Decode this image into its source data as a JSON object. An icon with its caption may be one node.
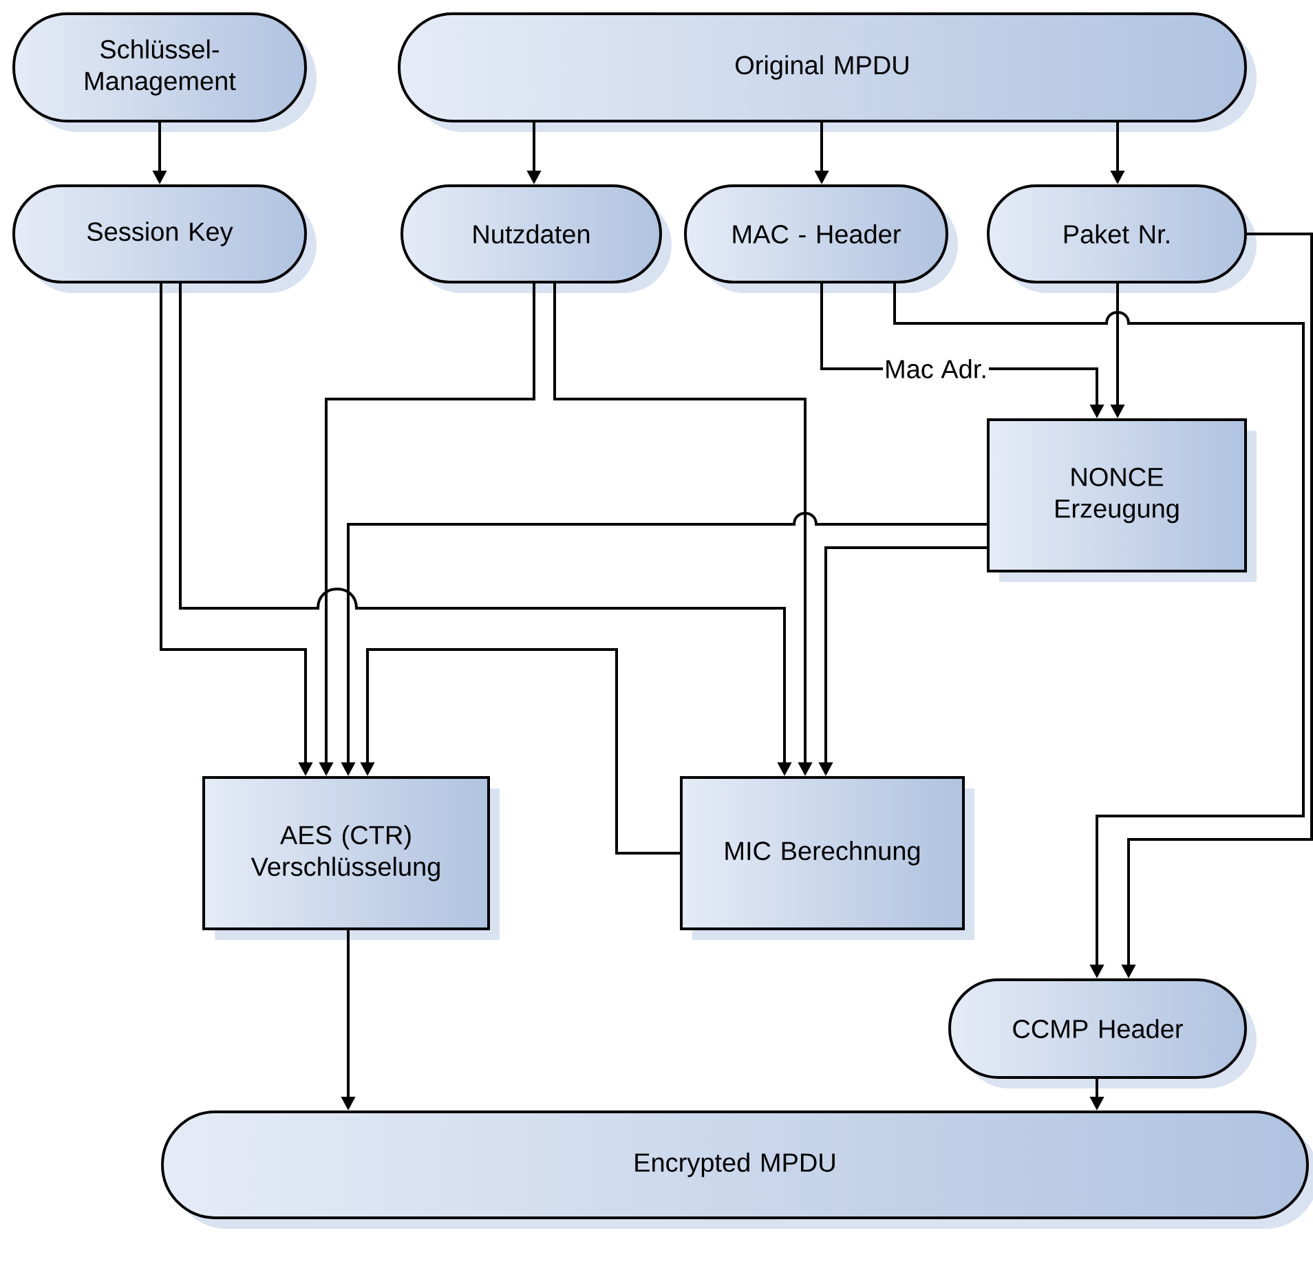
{
  "diagram": {
    "nodes": [
      {
        "text": [
          "Schlüssel-Management"
        ]
      },
      {
        "text": [
          "Original MPDU"
        ]
      },
      {
        "text": [
          "Session Key"
        ]
      },
      {
        "text": [
          "Nutzdaten"
        ]
      },
      {
        "text": [
          "MAC - Header"
        ]
      },
      {
        "text": [
          "Paket Nr."
        ]
      },
      {
        "text": [
          "NONCE Erzeugung"
        ]
      },
      {
        "text": [
          "AES (CTR) Verschlüsselung"
        ]
      },
      {
        "text": [
          "MIC Berechnung"
        ]
      },
      {
        "text": [
          "CCMP Header"
        ]
      },
      {
        "text": [
          "Encrypted MPDU"
        ]
      }
    ],
    "edges": [
      {
        "from": 0,
        "to": 2,
        "arrow": "to"
      },
      {
        "from": 1,
        "to": 3,
        "arrow": "to"
      },
      {
        "from": 1,
        "to": 4,
        "arrow": "to"
      },
      {
        "from": 1,
        "to": 5,
        "arrow": "to"
      },
      {
        "from": 2,
        "to": 7,
        "arrow": "to"
      },
      {
        "from": 2,
        "to": 8,
        "arrow": "to"
      },
      {
        "from": 3,
        "to": 7,
        "arrow": "to"
      },
      {
        "from": 3,
        "to": 8,
        "arrow": "to"
      },
      {
        "from": 6,
        "to": 7,
        "arrow": "to"
      },
      {
        "from": 6,
        "to": 8,
        "arrow": "to"
      },
      {
        "from": 8,
        "to": 7,
        "arrow": "to"
      },
      {
        "from": 4,
        "to": 6,
        "arrow": "to",
        "label": "Mac Adr."
      },
      {
        "from": 5,
        "to": 6,
        "arrow": "to"
      },
      {
        "from": 4,
        "to": 9,
        "arrow": "to"
      },
      {
        "from": 5,
        "to": 9,
        "arrow": "to"
      },
      {
        "from": 9,
        "to": 10,
        "arrow": "to"
      },
      {
        "from": 7,
        "to": 10,
        "arrow": "to"
      }
    ]
  }
}
